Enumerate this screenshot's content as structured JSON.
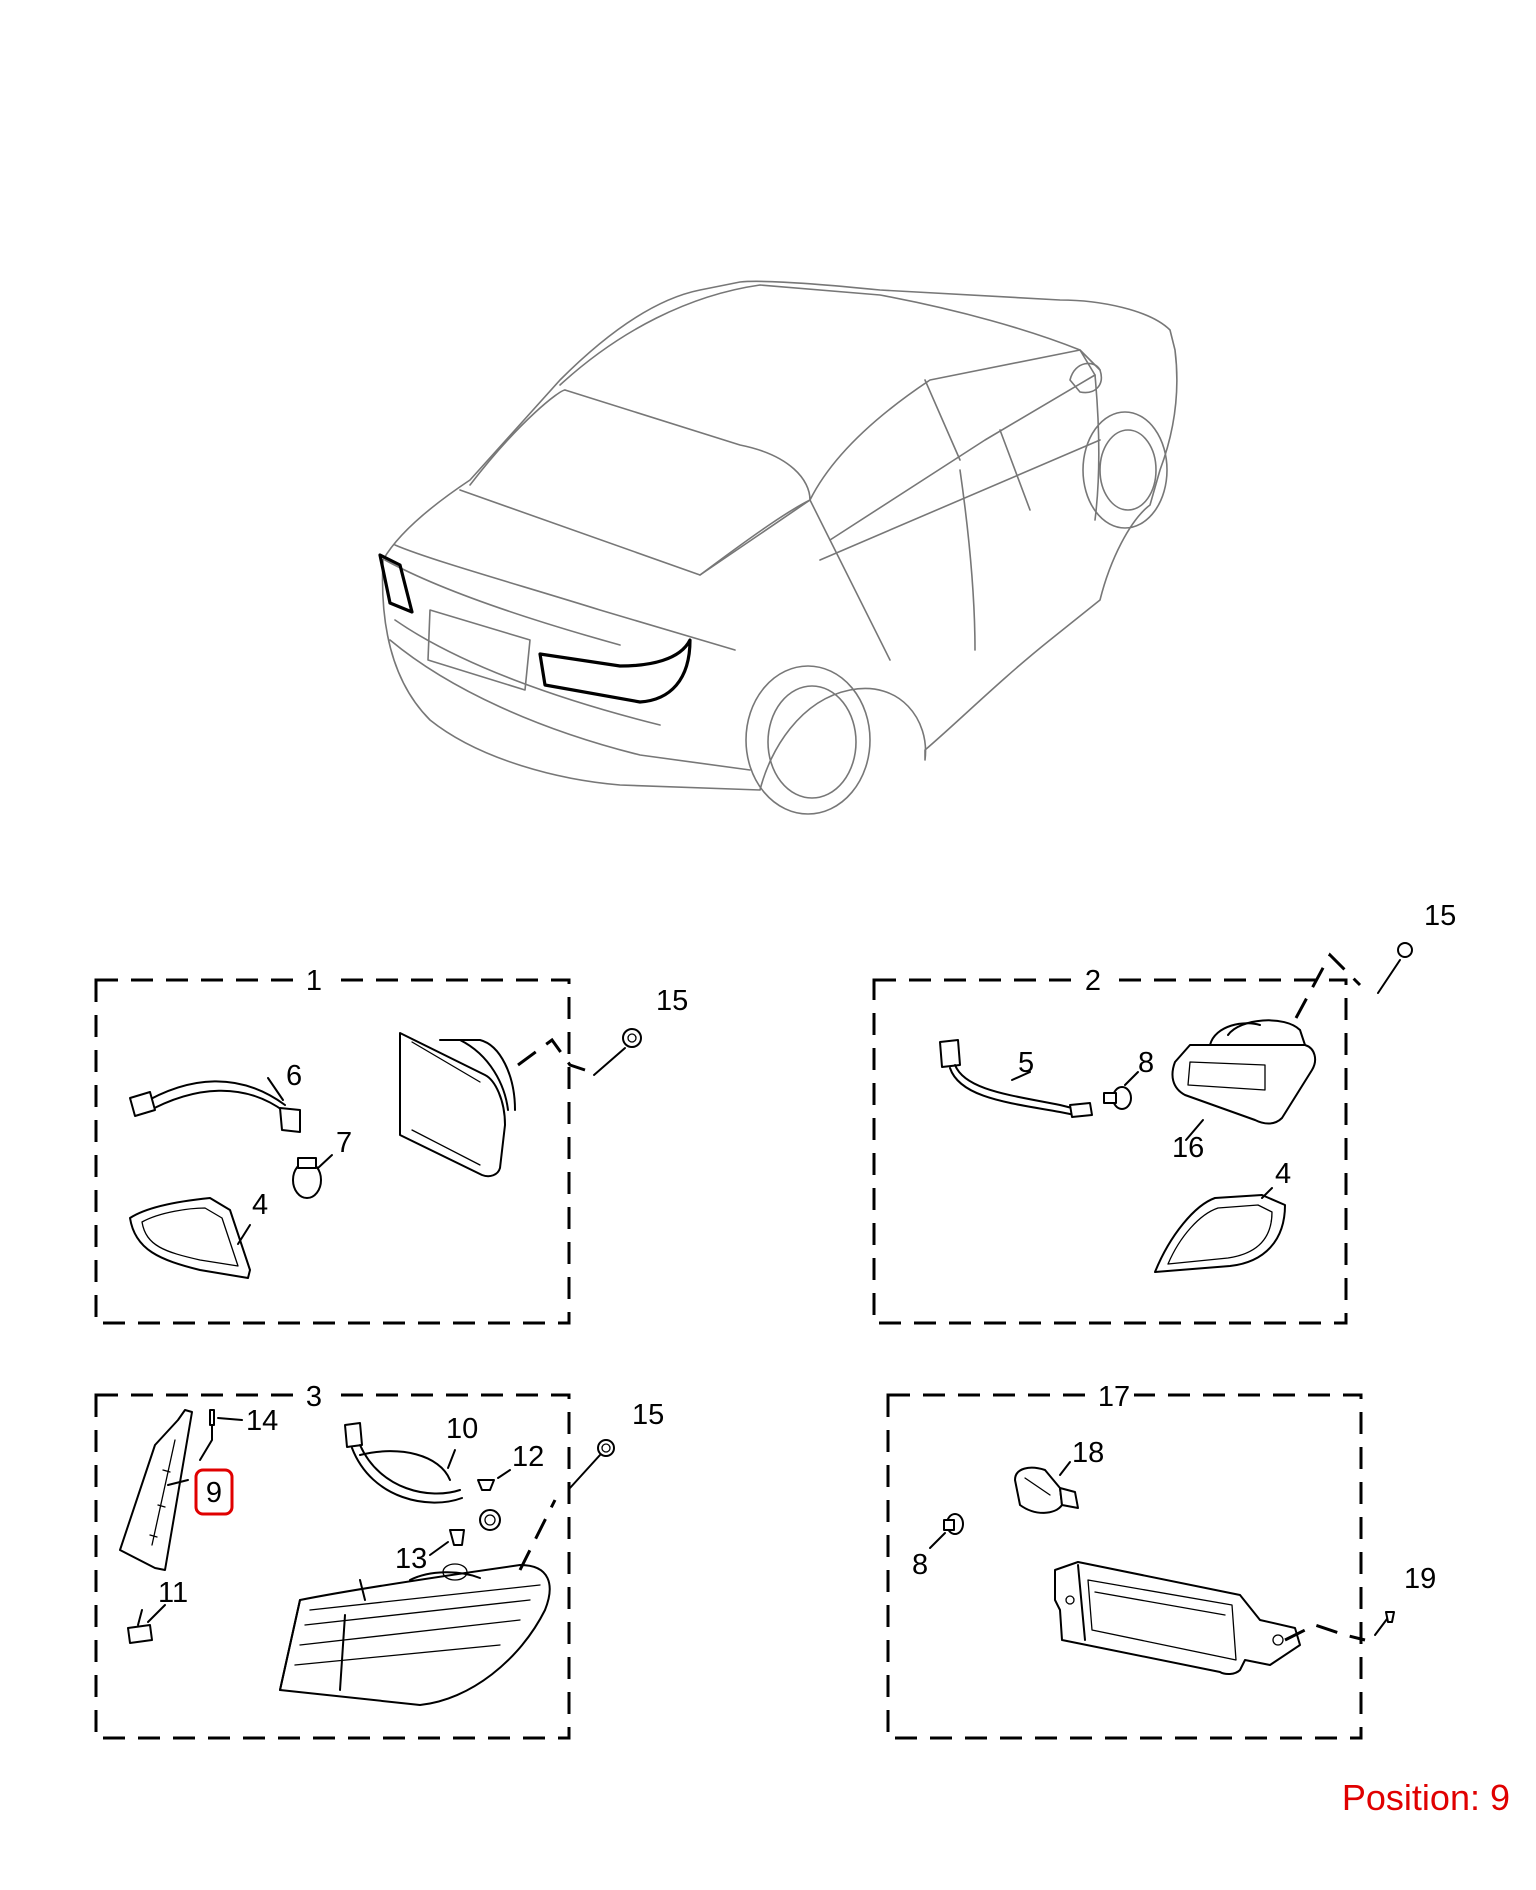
{
  "callouts": {
    "group_1": "1",
    "group_2": "2",
    "group_3": "3",
    "group_17": "17",
    "g1_p6": "6",
    "g1_p7": "7",
    "g1_p4": "4",
    "g1_p15": "15",
    "g2_p5": "5",
    "g2_p8": "8",
    "g2_p16": "16",
    "g2_p4": "4",
    "g2_p15": "15",
    "g3_p14": "14",
    "g3_p9": "9",
    "g3_p10": "10",
    "g3_p12": "12",
    "g3_p13": "13",
    "g3_p11": "11",
    "g3_p15": "15",
    "g17_p18": "18",
    "g17_p8": "8",
    "g17_p19": "19"
  },
  "highlight": {
    "part": "9",
    "color": "#e00000"
  },
  "position": {
    "caption": "Position: 9",
    "color": "#e00000"
  }
}
